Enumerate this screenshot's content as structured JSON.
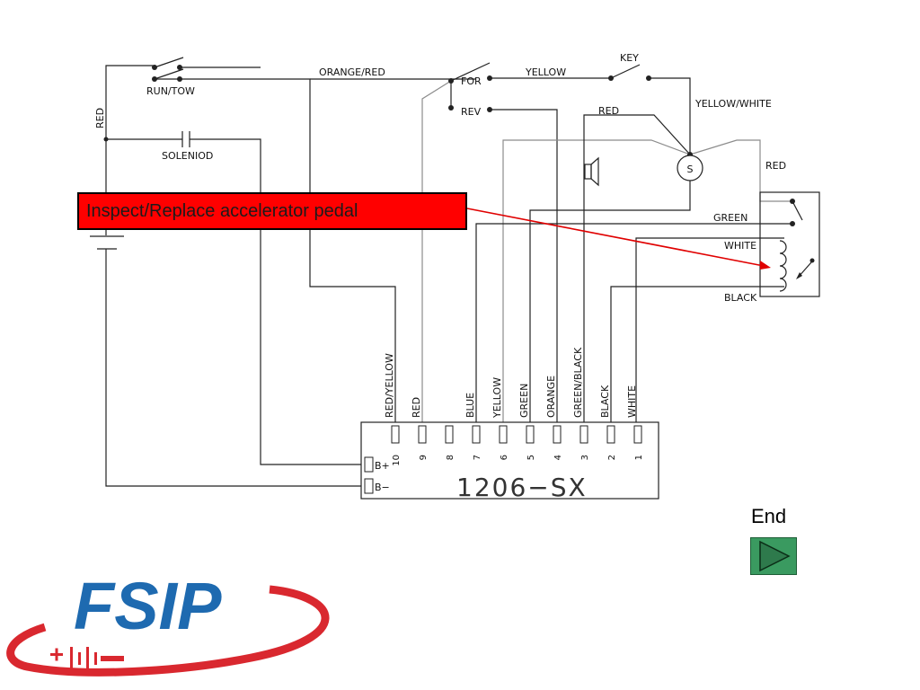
{
  "callout": {
    "text": "Inspect/Replace accelerator pedal"
  },
  "end_button": {
    "label": "End"
  },
  "logo": {
    "text": "FSIP",
    "colors": {
      "blue": "#1e6ab0",
      "red": "#d9282f"
    }
  },
  "labels": {
    "run_tow": "RUN/TOW",
    "orange_red": "ORANGE/RED",
    "red_left": "RED",
    "solenoid": "SOLENIOD",
    "forward": "FOR",
    "reverse": "REV",
    "yellow": "YELLOW",
    "key": "KEY",
    "yellow_white": "YELLOW/WHITE",
    "red_top": "RED",
    "red_right": "RED",
    "solenoid_symbol": "S",
    "green": "GREEN",
    "white": "WHITE",
    "black": "BLACK",
    "b_plus": "B+",
    "b_minus": "B−"
  },
  "controller": {
    "name": "1206−SX",
    "pins": [
      {
        "number": "10",
        "wire": "RED/YELLOW"
      },
      {
        "number": "9",
        "wire": "RED"
      },
      {
        "number": "8",
        "wire": ""
      },
      {
        "number": "7",
        "wire": "BLUE"
      },
      {
        "number": "6",
        "wire": "YELLOW"
      },
      {
        "number": "5",
        "wire": "GREEN"
      },
      {
        "number": "4",
        "wire": "ORANGE"
      },
      {
        "number": "3",
        "wire": "GREEN/BLACK"
      },
      {
        "number": "2",
        "wire": "BLACK"
      },
      {
        "number": "1",
        "wire": "WHITE"
      }
    ]
  }
}
